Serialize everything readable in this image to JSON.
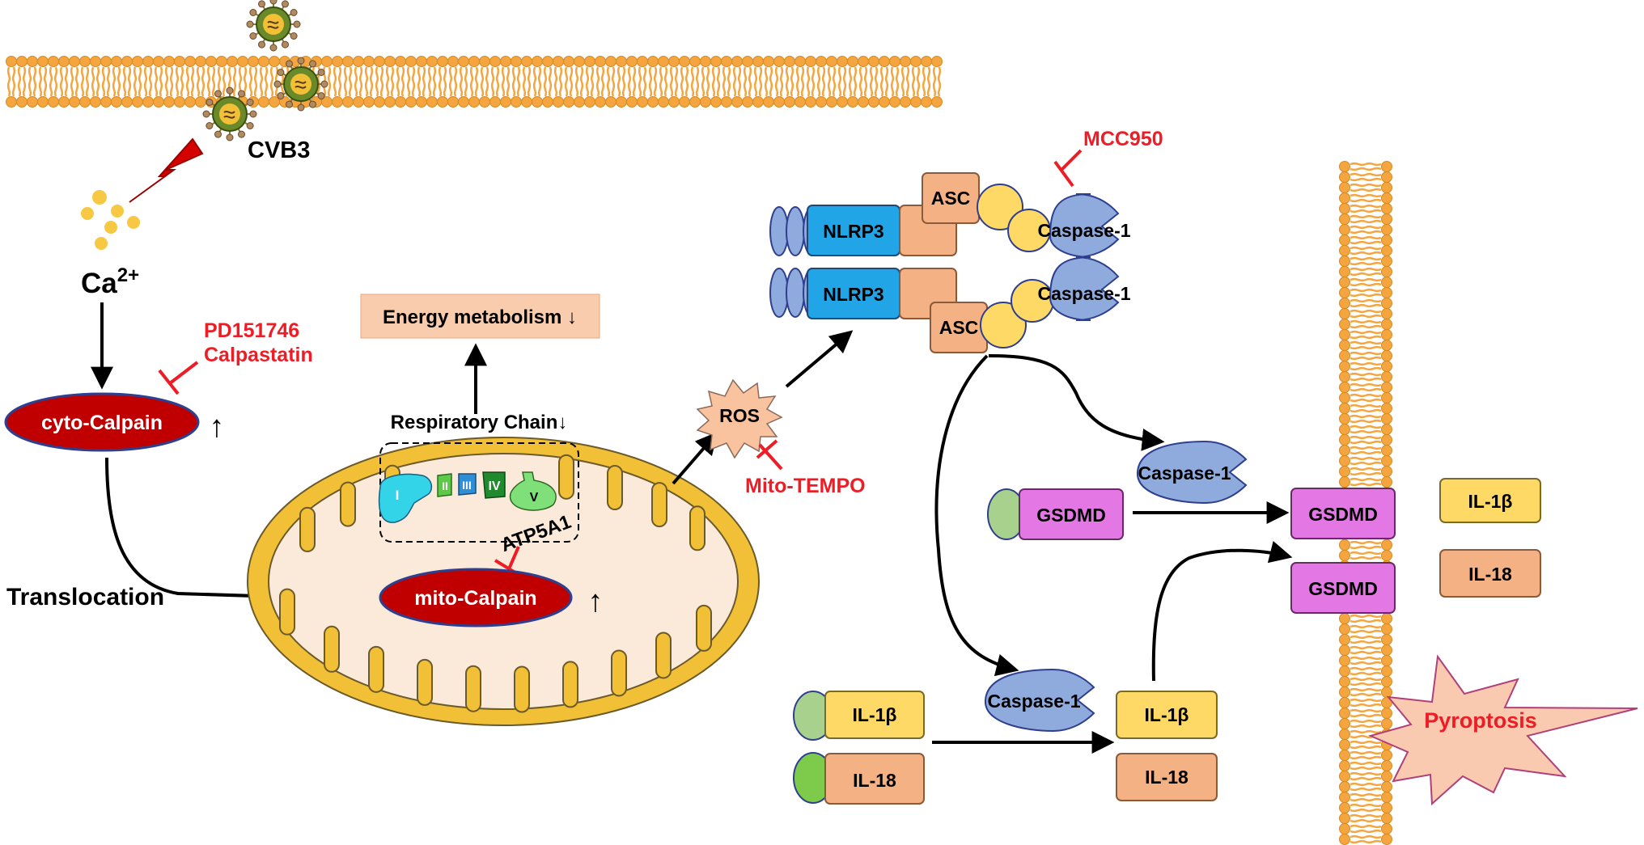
{
  "virus_label": "CVB3",
  "ion": {
    "symbol": "Ca",
    "charge": "2+"
  },
  "inhibitors": {
    "calpain": [
      "PD151746",
      "Calpastatin"
    ],
    "nlrp3": "MCC950",
    "ros": "Mito-TEMPO"
  },
  "calpain": {
    "cyto": "cyto-Calpain",
    "mito": "mito-Calpain",
    "up_arrow": "↑"
  },
  "translocation": "Translocation",
  "energy_metabolism": "Energy metabolism ↓",
  "respiratory_chain": "Respiratory Chain↓",
  "complexes": [
    "I",
    "II",
    "III",
    "IV",
    "V"
  ],
  "atp5a1": "ATP5A1",
  "ros": "ROS",
  "inflammasome": {
    "nlrp3": "NLRP3",
    "asc": "ASC",
    "caspase1": "Caspase-1"
  },
  "gsdmd": "GSDMD",
  "cytokines": {
    "il1b": "IL-1β",
    "il18": "IL-18"
  },
  "pyroptosis": "Pyroptosis",
  "colors": {
    "membrane": "#f4a53f",
    "red": "#ee1c25",
    "calpain_fill": "#c00000",
    "nlrp3": "#21a5e6",
    "asc": "#f4b183",
    "caspase": "#8faadc",
    "gsdmd": "#e377e3",
    "il1b": "#ffd966",
    "il18": "#f4b183",
    "mito_outer": "#f2c037",
    "mito_inner": "#fbe9d9"
  }
}
